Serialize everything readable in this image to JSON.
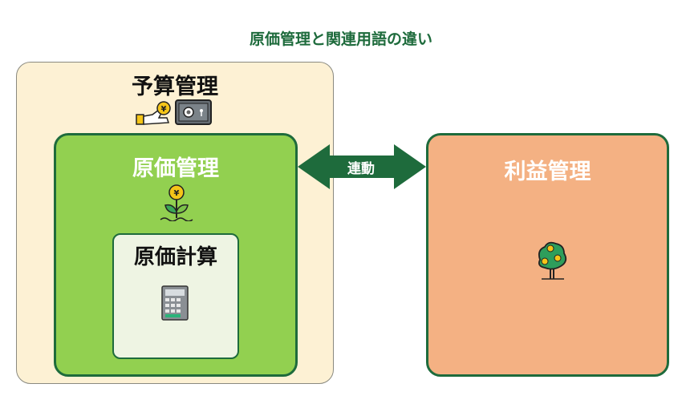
{
  "title": "原価管理と関連用語の違い",
  "boxes": {
    "budget": {
      "label": "予算管理",
      "icons": [
        "hand-coin-icon",
        "safe-icon"
      ]
    },
    "cost_management": {
      "label": "原価管理",
      "icon": "yen-flower-icon"
    },
    "cost_calculation": {
      "label": "原価計算",
      "icon": "calculator-icon"
    },
    "profit": {
      "label": "利益管理",
      "icon": "money-tree-icon"
    }
  },
  "link": {
    "label": "連動"
  },
  "colors": {
    "dark_green": "#1e6b3c",
    "light_green": "#92d050",
    "cream": "#fdf1d4",
    "orange": "#f4b183"
  }
}
